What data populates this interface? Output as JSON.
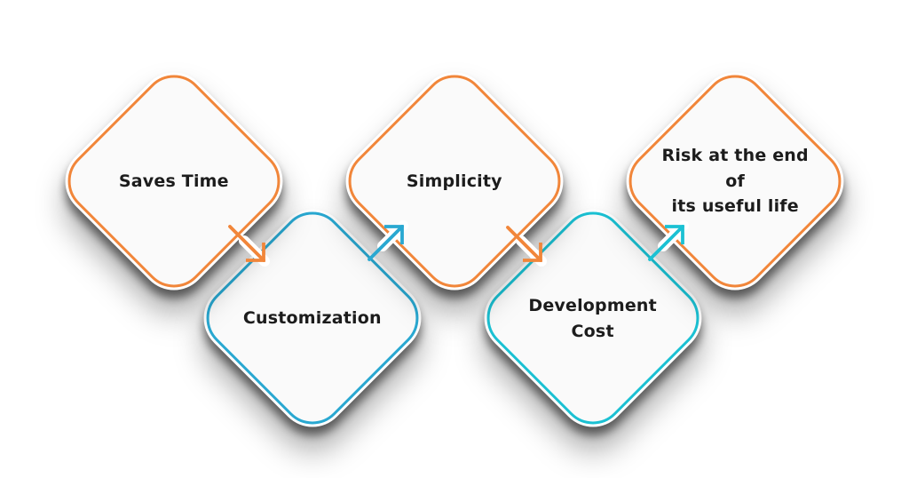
{
  "diagram_title": "",
  "style": {
    "card_fill": "#FAFAFA",
    "text_color": "#1C1C1C",
    "orange": "#F1863A",
    "blue": "#29A8D1",
    "turquoise": "#1BC1D3"
  },
  "diamonds": [
    {
      "id": "saves-time",
      "label": "Saves Time",
      "border_color": "#F1863A",
      "row": "top"
    },
    {
      "id": "customization",
      "label": "Customization",
      "border_color": "#29A8D1",
      "row": "bottom"
    },
    {
      "id": "simplicity",
      "label": "Simplicity",
      "border_color": "#F1863A",
      "row": "top"
    },
    {
      "id": "development-cost",
      "label": "Development\nCost",
      "border_color": "#1BC1D3",
      "row": "bottom"
    },
    {
      "id": "risk-end-of-life",
      "label": "Risk at the end of\nits useful life",
      "border_color": "#F1863A",
      "row": "top"
    }
  ],
  "arrows": [
    {
      "id": "arrow-saves-to-customization",
      "direction": "down-right",
      "color": "#F1863A"
    },
    {
      "id": "arrow-customization-to-simplicity",
      "direction": "up-right",
      "color": "#29A8D1"
    },
    {
      "id": "arrow-simplicity-to-devcost",
      "direction": "down-right",
      "color": "#F1863A"
    },
    {
      "id": "arrow-devcost-to-risk",
      "direction": "up-right",
      "color": "#1BC1D3"
    }
  ]
}
